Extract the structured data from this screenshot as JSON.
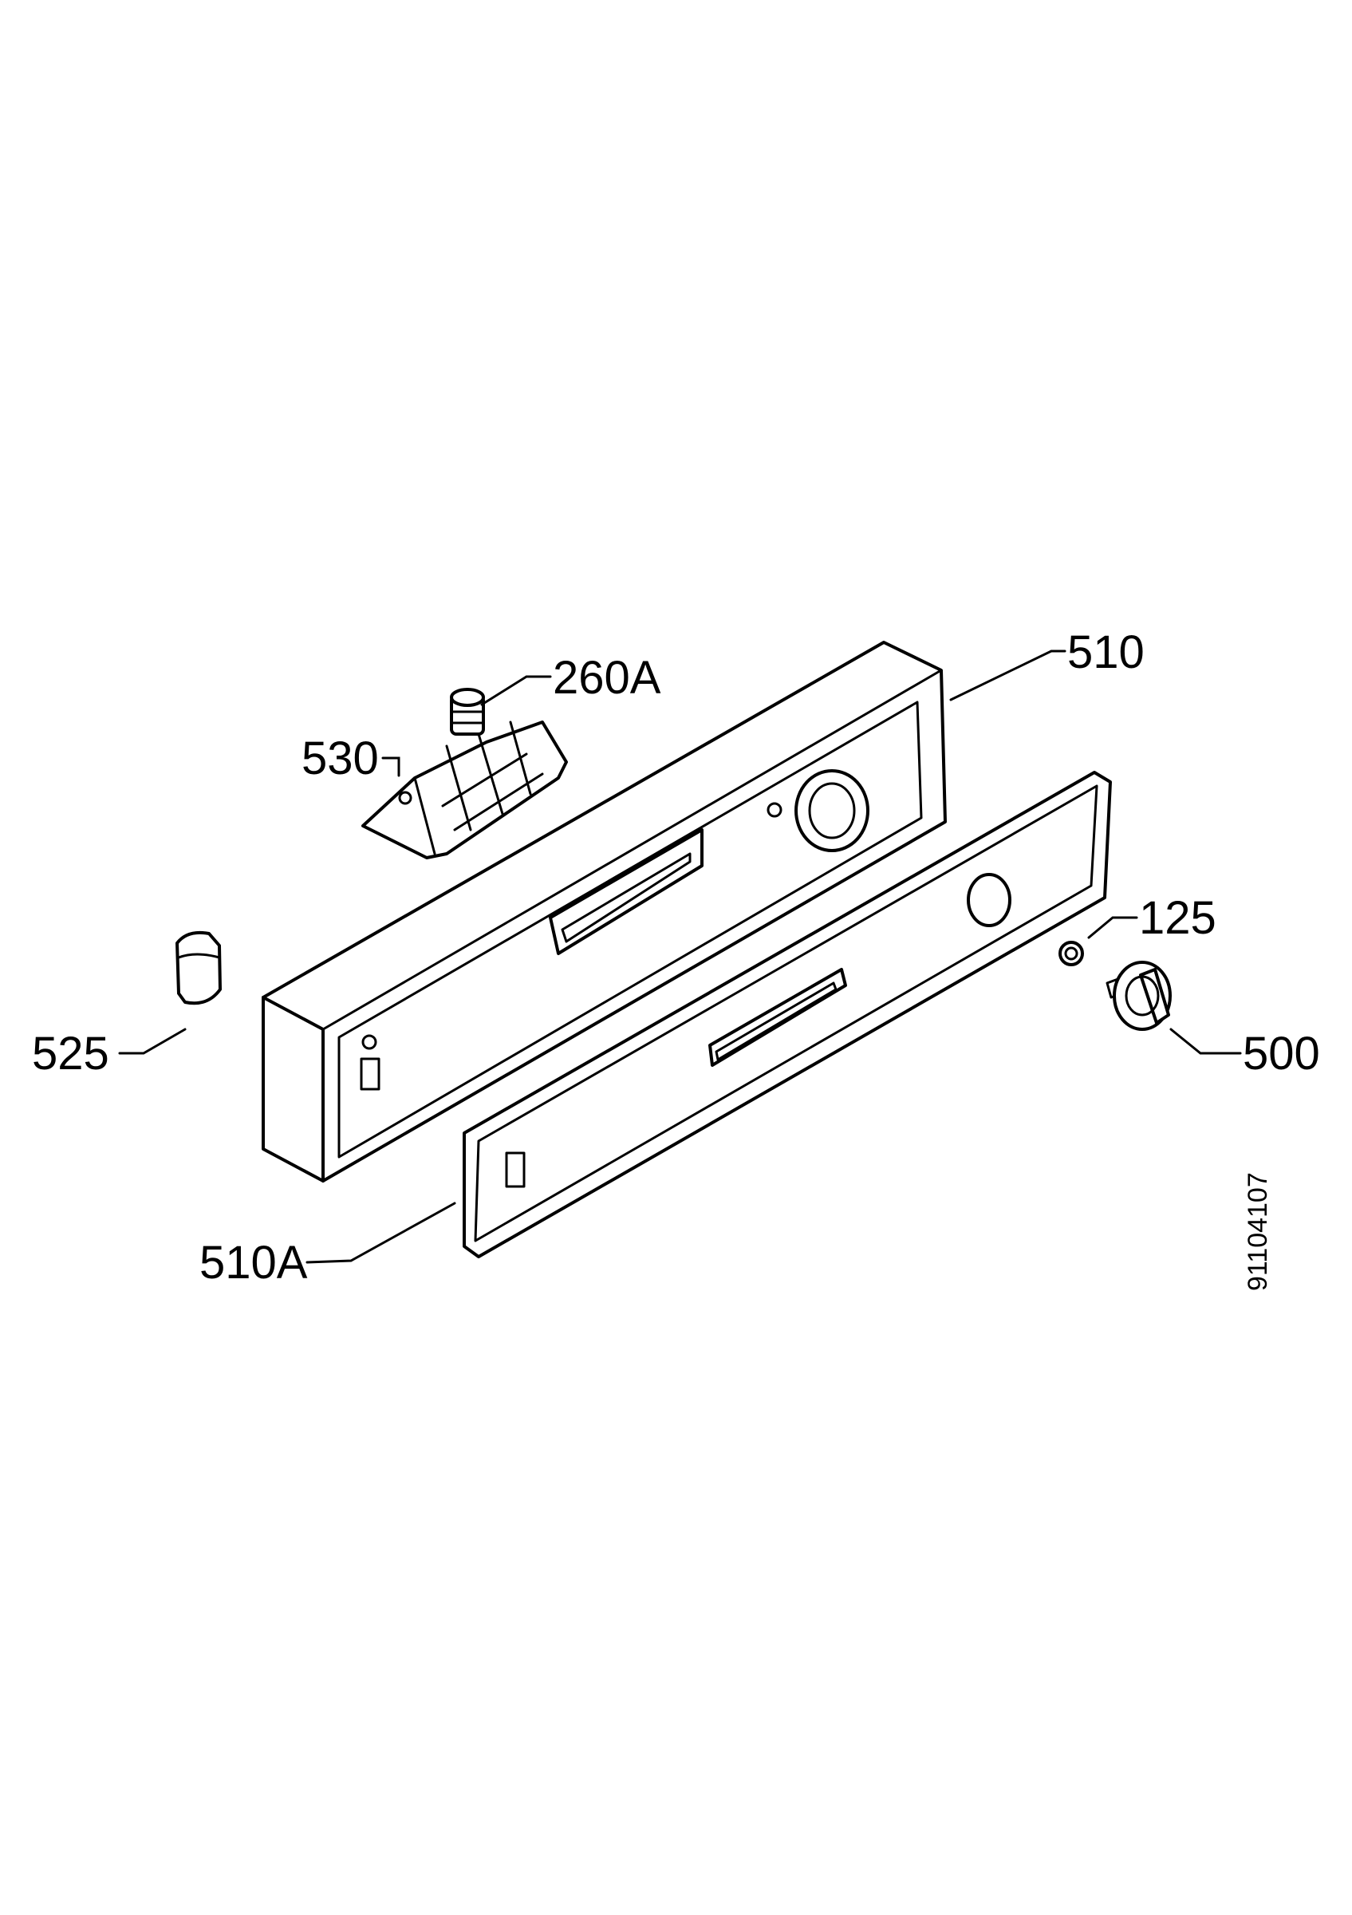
{
  "labels": {
    "p260a": "260A",
    "p510": "510",
    "p530": "530",
    "p125": "125",
    "p525": "525",
    "p500": "500",
    "p510a": "510A"
  },
  "drawing_code": "91104107"
}
